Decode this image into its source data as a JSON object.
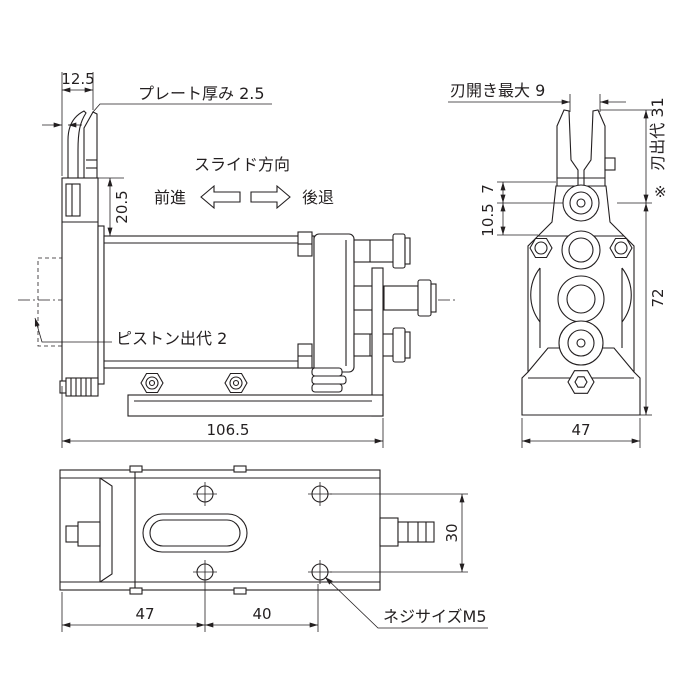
{
  "side_view": {
    "plate_width_dim": "12.5",
    "plate_thickness_label": "プレート厚み 2.5",
    "slide_direction_label": "スライド方向",
    "forward_label": "前進",
    "backward_label": "後退",
    "holder_height_dim": "20.5",
    "piston_stroke_label": "ピストン出代 2",
    "overall_length_dim": "106.5"
  },
  "front_view": {
    "blade_opening_label": "刃開き最大 9",
    "blade_protrusion_label": "刃出代 31",
    "note_mark": "※",
    "upper_offset_dim": "7",
    "lower_offset_dim": "10.5",
    "height_dim": "72",
    "width_dim": "47"
  },
  "bottom_view": {
    "hole_pitch_vertical_dim": "30",
    "hole_offset_dim": "47",
    "hole_pitch_horizontal_dim": "40",
    "thread_size_label": "ネジサイズM5"
  },
  "colors": {
    "line": "#231f20",
    "background": "#ffffff"
  }
}
